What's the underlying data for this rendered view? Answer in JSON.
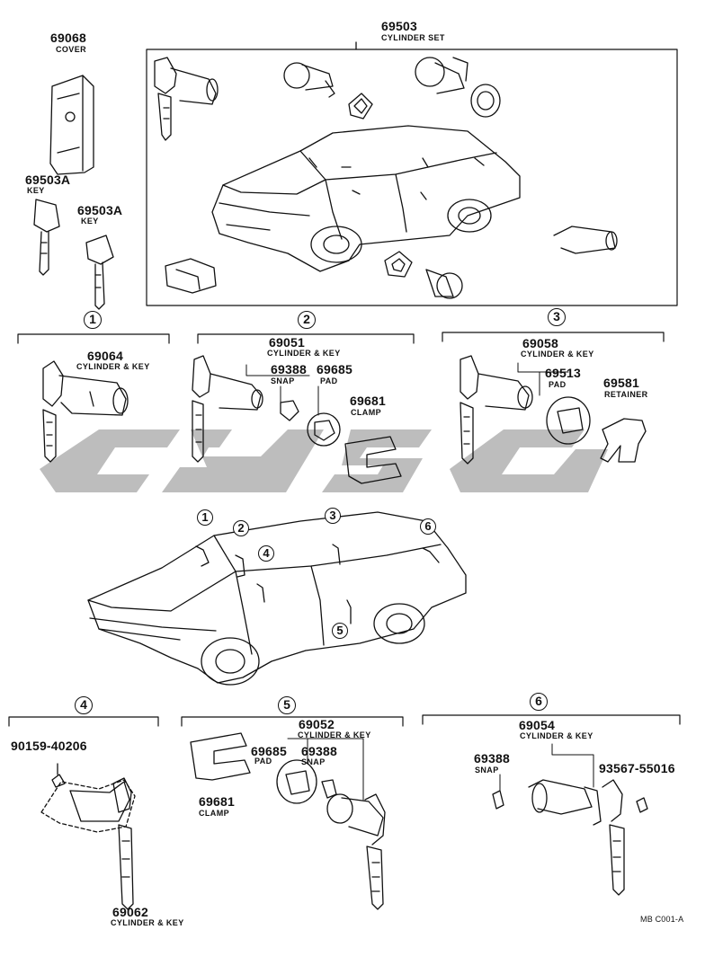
{
  "watermark": {
    "text": "cgsc",
    "color": "#bdbdbd"
  },
  "top_parts": {
    "cover": {
      "part_no": "69068",
      "desc": "COVER"
    },
    "cylinder_set": {
      "part_no": "69503",
      "desc": "CYLINDER SET"
    },
    "key_a": {
      "part_no": "69503A",
      "desc": "KEY"
    },
    "key_b": {
      "part_no": "69503A",
      "desc": "KEY"
    }
  },
  "groups": {
    "g1": {
      "number": "1",
      "cyl": {
        "part_no": "69064",
        "desc": "CYLINDER & KEY"
      }
    },
    "g2": {
      "number": "2",
      "cyl": {
        "part_no": "69051",
        "desc": "CYLINDER & KEY"
      },
      "snap": {
        "part_no": "69388",
        "desc": "SNAP"
      },
      "pad": {
        "part_no": "69685",
        "desc": "PAD"
      },
      "clamp": {
        "part_no": "69681",
        "desc": "CLAMP"
      }
    },
    "g3": {
      "number": "3",
      "cyl": {
        "part_no": "69058",
        "desc": "CYLINDER & KEY"
      },
      "pad": {
        "part_no": "69513",
        "desc": "PAD"
      },
      "retainer": {
        "part_no": "69581",
        "desc": "RETAINER"
      }
    },
    "g4": {
      "number": "4",
      "screw": {
        "part_no": "90159-40206"
      },
      "cyl": {
        "part_no": "69062",
        "desc": "CYLINDER & KEY"
      }
    },
    "g5": {
      "number": "5",
      "cyl": {
        "part_no": "69052",
        "desc": "CYLINDER & KEY"
      },
      "pad": {
        "part_no": "69685",
        "desc": "PAD"
      },
      "snap": {
        "part_no": "69388",
        "desc": "SNAP"
      },
      "clamp": {
        "part_no": "69681",
        "desc": "CLAMP"
      }
    },
    "g6": {
      "number": "6",
      "cyl": {
        "part_no": "69054",
        "desc": "CYLINDER & KEY"
      },
      "snap": {
        "part_no": "69388",
        "desc": "SNAP"
      },
      "screw": {
        "part_no": "93567-55016"
      }
    }
  },
  "car_callouts": [
    "1",
    "2",
    "4",
    "3",
    "6",
    "5"
  ],
  "figure_ref": "MB C001-A"
}
